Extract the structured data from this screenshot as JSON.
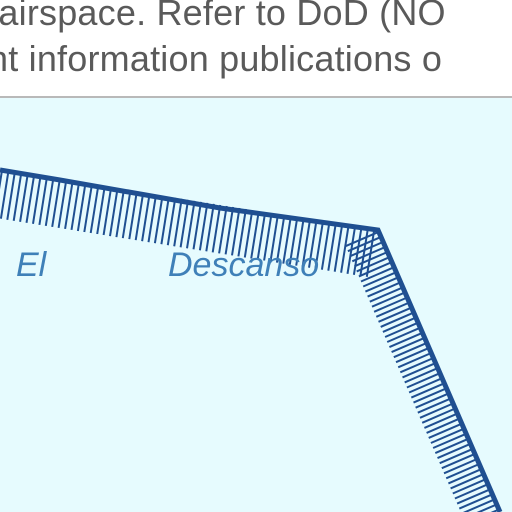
{
  "note": {
    "line1": ". airspace. Refer to DoD (NO",
    "line2": "nt information publications o"
  },
  "map": {
    "place_labels": [
      "El",
      "Descanso"
    ],
    "boundary_color": "#1f4f91",
    "label_color": "#3f80b8",
    "background_color": "#e6fbfe"
  }
}
